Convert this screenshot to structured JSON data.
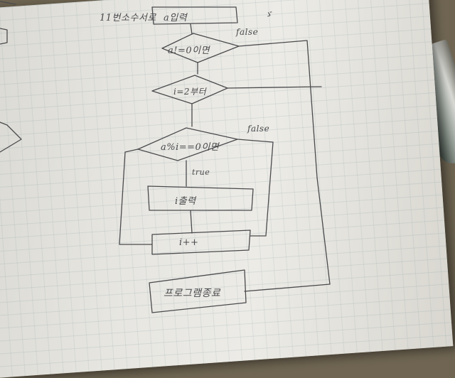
{
  "flowchart": {
    "title": "11번소수서로",
    "start_box": "a입력",
    "decision_1": "a!=0이면",
    "loop_decision": "i=2부터",
    "decision_2": "a%i==0이면",
    "process_print": "i출력",
    "process_increment": "i++",
    "end_box": "프로그램종료",
    "branch_false_1": "false",
    "branch_false_2": "false",
    "branch_true": "true",
    "corner_mark": "ゞ"
  }
}
